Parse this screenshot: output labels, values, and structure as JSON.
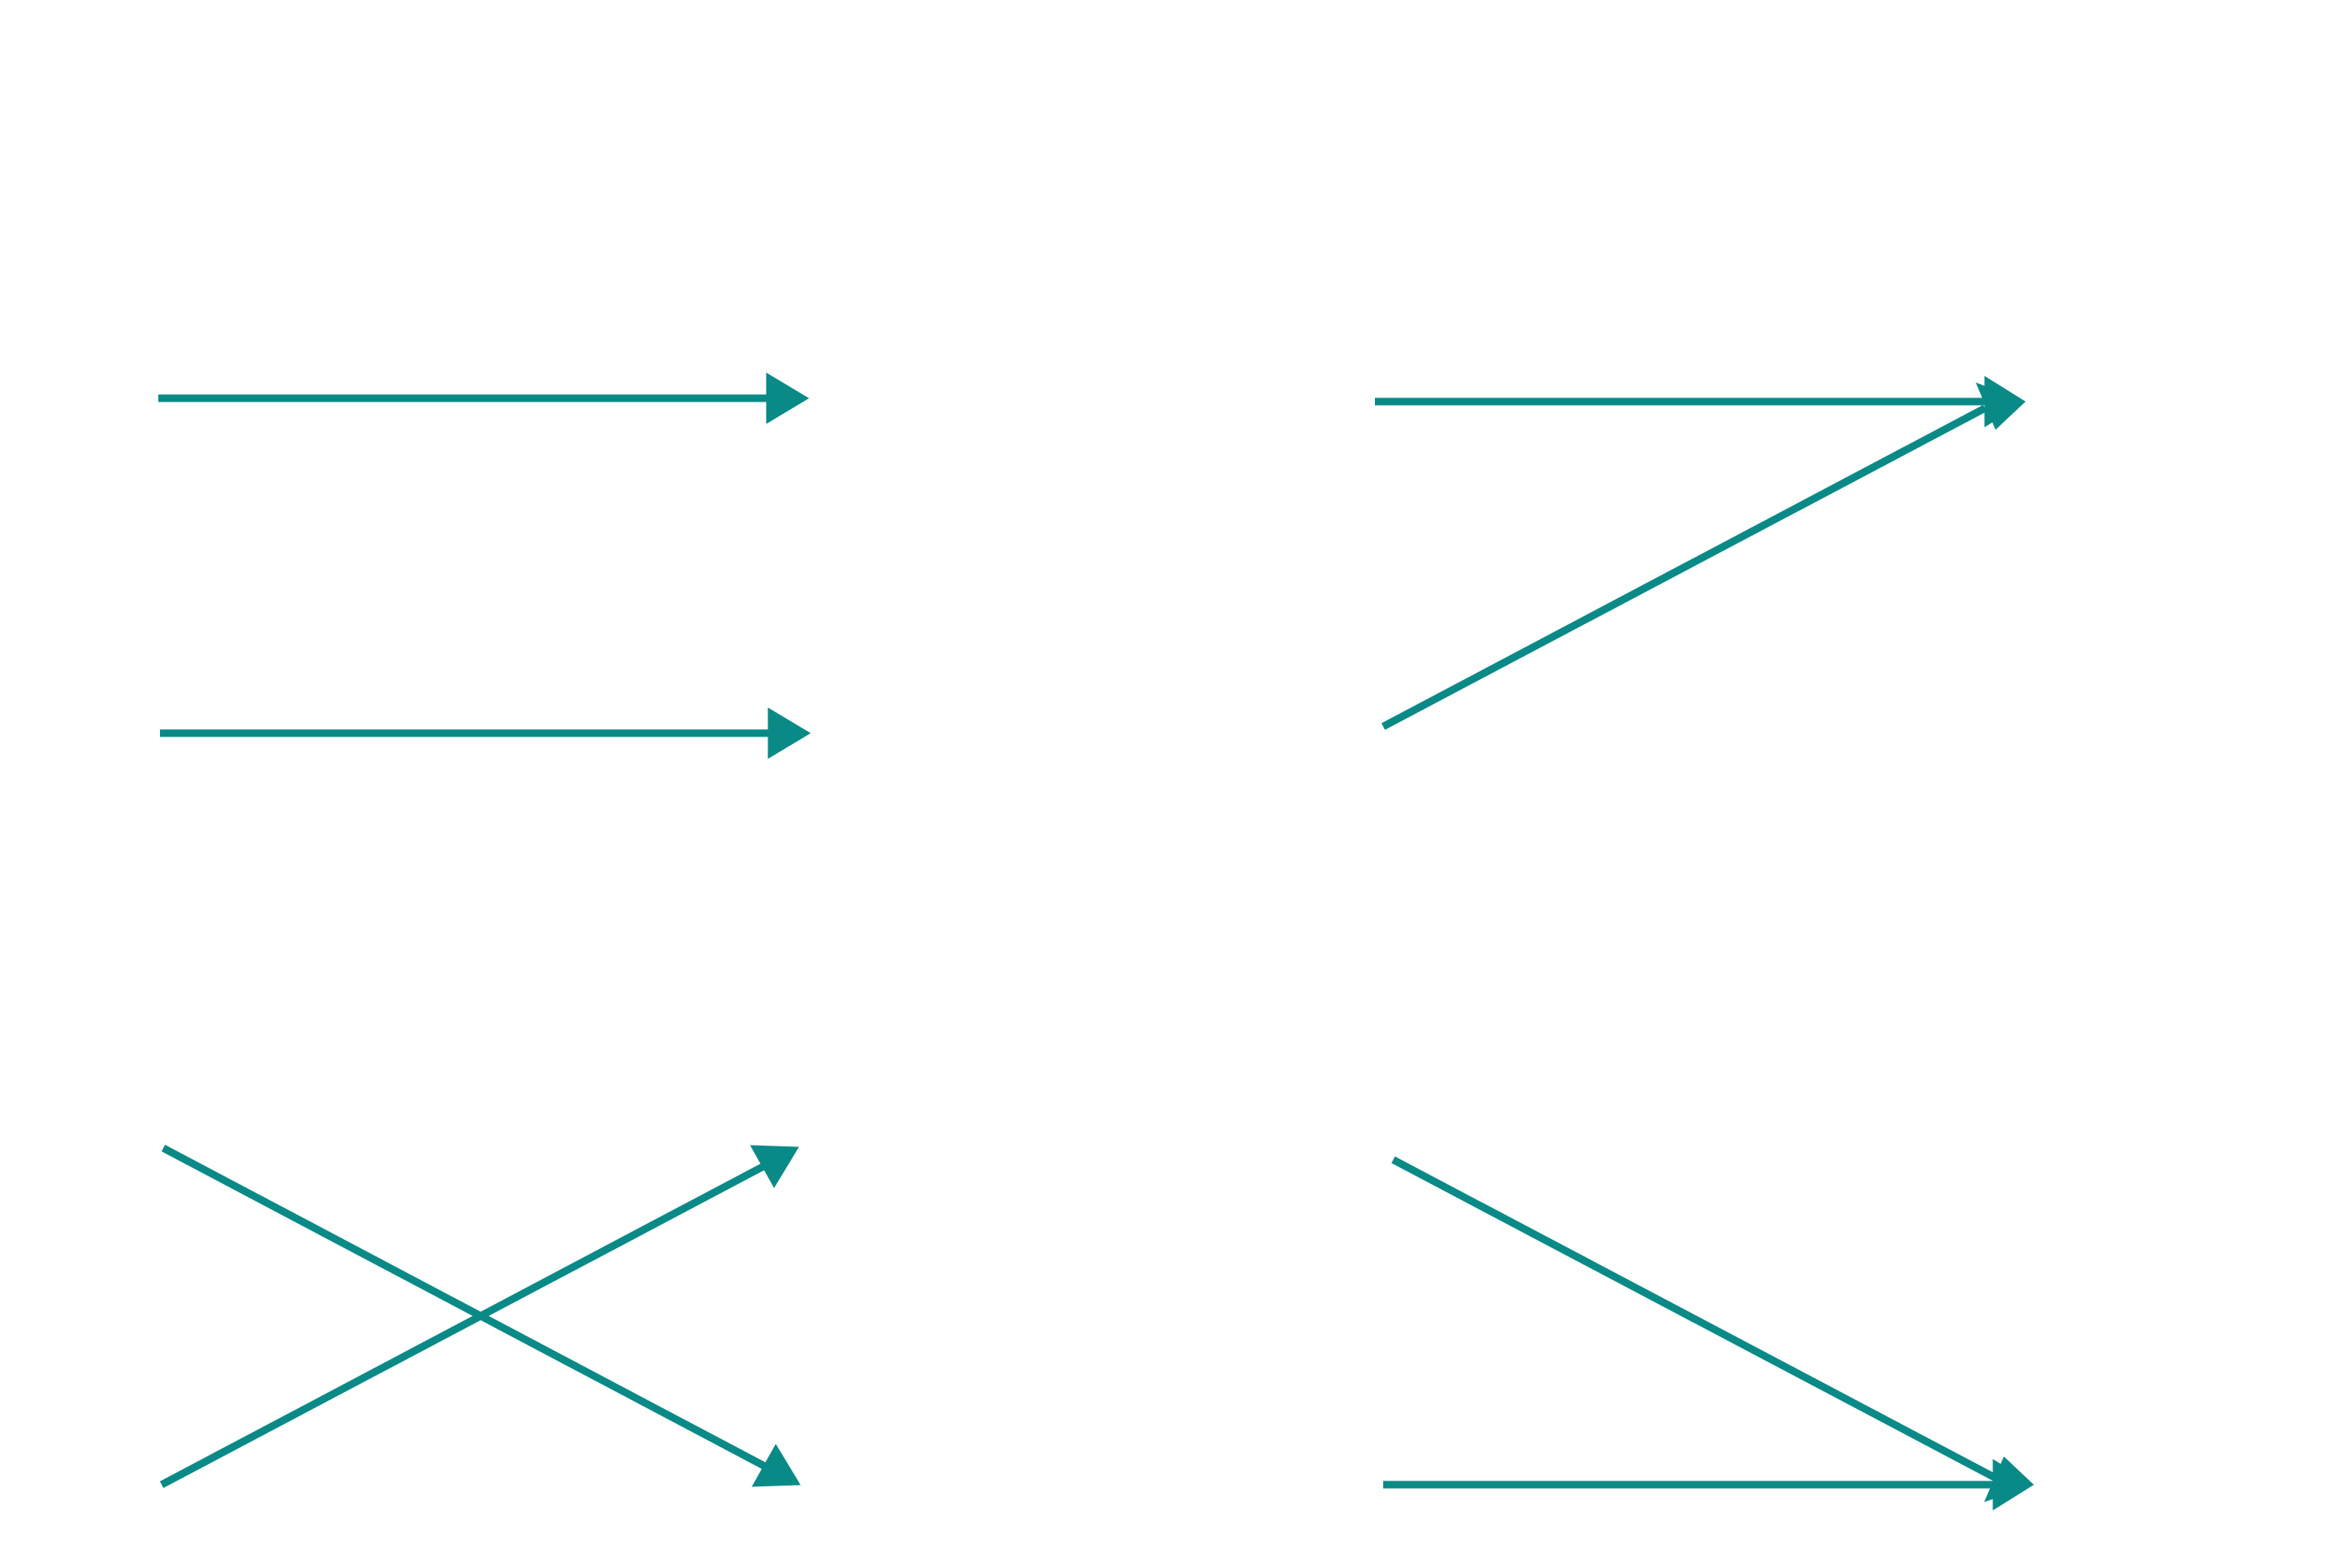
{
  "diagram": {
    "stroke_color": "#0a8a87",
    "arrowhead": "filled-triangle",
    "panels": [
      {
        "id": "parallel",
        "arrow_count": 2,
        "pattern": "two-parallel-horizontal-arrows"
      },
      {
        "id": "converge",
        "arrow_count": 2,
        "pattern": "arrows-converging-to-top-right-point"
      },
      {
        "id": "cross",
        "arrow_count": 2,
        "pattern": "two-crossing-arrows"
      },
      {
        "id": "converge-bottom",
        "arrow_count": 2,
        "pattern": "arrows-converging-to-bottom-right-point"
      }
    ]
  }
}
